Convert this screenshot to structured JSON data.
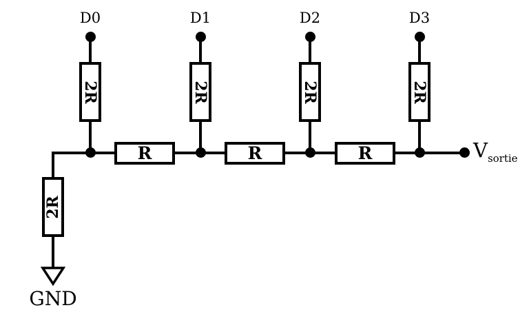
{
  "colors": {
    "background": "#ffffff",
    "line": "#000000"
  },
  "inputs": [
    {
      "label": "D0",
      "resistor_label": "2R"
    },
    {
      "label": "D1",
      "resistor_label": "2R"
    },
    {
      "label": "D2",
      "resistor_label": "2R"
    },
    {
      "label": "D3",
      "resistor_label": "2R"
    }
  ],
  "series_resistors": [
    {
      "label": "R"
    },
    {
      "label": "R"
    },
    {
      "label": "R"
    }
  ],
  "termination_resistor": {
    "label": "2R"
  },
  "ground": {
    "label": "GND"
  },
  "output": {
    "label": "V",
    "subscript": "sortie"
  }
}
